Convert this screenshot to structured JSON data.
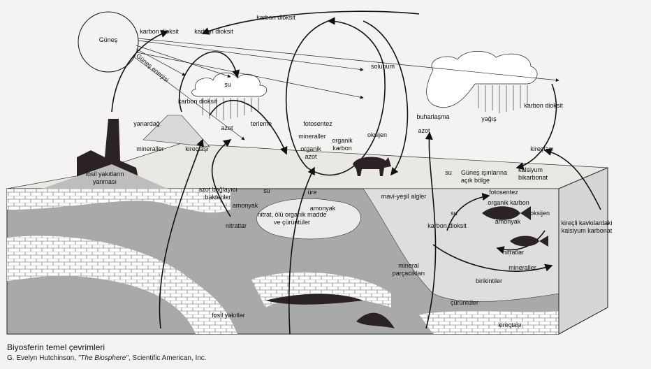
{
  "diagram": {
    "labels": [
      "Güneş",
      "karbon dioksit",
      "karbon dioksit",
      "karbon dioksit",
      "Güneş enerjisi",
      "su",
      "karbon dioksit",
      "yanardağ",
      "terleme",
      "azot",
      "fotosentez",
      "mineraller",
      "organik karbon",
      "oksijen",
      "organik azot",
      "solunum",
      "buharlaşma",
      "azot",
      "yağış",
      "karbon dioksit",
      "kireçtaşı",
      "mineraller",
      "kireçtaşı",
      "fosil yakıtların yanması",
      "su",
      "Güneş ışınlarına açık bölge",
      "kalsiyum bikarbonat",
      "azot bağlayıcı bakteriler",
      "su",
      "üre",
      "amonyak",
      "amonyak",
      "nitrat, ölü organik madde ve çürüntüler",
      "nitratlar",
      "mavi-yeşil algler",
      "fotosentez",
      "organik karbon",
      "su",
      "oksijen",
      "amonyak",
      "karbon dioksit",
      "kireçli kavkılardaki kalsiyum karbonat",
      "nitratlar",
      "mineraller",
      "mineral parçacıkları",
      "birikintiler",
      "çürüntüler",
      "fosil yakıtlar",
      "kireçtaşı"
    ]
  },
  "caption": {
    "title": "Biyosferin temel çevrimleri",
    "credit_author": "G. Evelyn Hutchinson, ",
    "credit_work": "\"The Biosphere\"",
    "credit_publisher": ", Scientific American, Inc."
  },
  "colors": {
    "rock": "#a9a9a9",
    "dark": "#2a2224",
    "paper": "#f4f3f1",
    "brick": "#ffffff",
    "water": "#d9d9d9"
  }
}
